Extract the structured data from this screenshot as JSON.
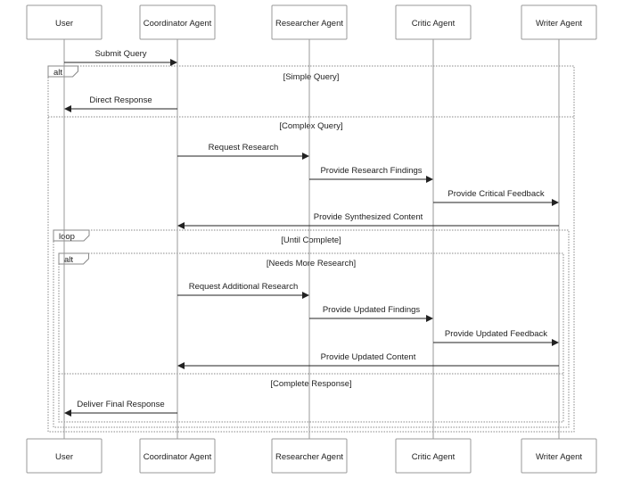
{
  "participants": [
    "User",
    "Coordinator Agent",
    "Researcher Agent",
    "Critic Agent",
    "Writer Agent"
  ],
  "messages": [
    {
      "from": 0,
      "to": 1,
      "label": "Submit Query"
    },
    {
      "from": 1,
      "to": 0,
      "label": "Direct Response"
    },
    {
      "from": 1,
      "to": 2,
      "label": "Request Research"
    },
    {
      "from": 2,
      "to": 3,
      "label": "Provide Research Findings"
    },
    {
      "from": 3,
      "to": 4,
      "label": "Provide Critical Feedback"
    },
    {
      "from": 4,
      "to": 1,
      "label": "Provide Synthesized Content"
    },
    {
      "from": 1,
      "to": 2,
      "label": "Request Additional Research"
    },
    {
      "from": 2,
      "to": 3,
      "label": "Provide Updated Findings"
    },
    {
      "from": 3,
      "to": 4,
      "label": "Provide Updated Feedback"
    },
    {
      "from": 4,
      "to": 1,
      "label": "Provide Updated Content"
    },
    {
      "from": 1,
      "to": 0,
      "label": "Deliver Final Response"
    }
  ],
  "fragments": [
    {
      "operator": "alt",
      "condition": "[Simple Query]",
      "else_condition": "[Complex Query]"
    },
    {
      "operator": "loop",
      "condition": "[Until Complete]"
    },
    {
      "operator": "alt",
      "condition": "[Needs More Research]",
      "else_condition": "[Complete Response]"
    }
  ]
}
